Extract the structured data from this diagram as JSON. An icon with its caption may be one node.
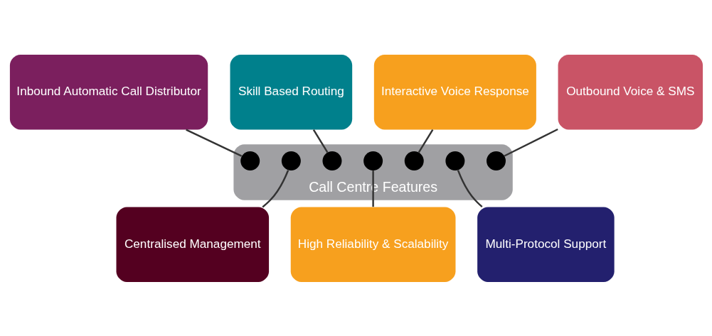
{
  "diagram": {
    "nodes": [
      {
        "text": [
          "Inbound Automatic Call Distributor"
        ]
      },
      {
        "text": [
          "Skill Based Routing"
        ]
      },
      {
        "text": [
          "Interactive Voice Response"
        ]
      },
      {
        "text": [
          "Outbound Voice & SMS"
        ]
      },
      {
        "text": [
          "Call Centre Features"
        ]
      },
      {
        "text": [],
        "shape": "circle",
        "in": 4
      },
      {
        "text": [],
        "shape": "circle",
        "in": 4
      },
      {
        "text": [],
        "shape": "circle",
        "in": 4
      },
      {
        "text": [],
        "shape": "circle",
        "in": 4
      },
      {
        "text": [],
        "shape": "circle",
        "in": 4
      },
      {
        "text": [],
        "shape": "circle",
        "in": 4
      },
      {
        "text": [],
        "shape": "circle",
        "in": 4
      },
      {
        "text": [
          "Centralised Management"
        ]
      },
      {
        "text": [
          "High Reliability & Scalability"
        ]
      },
      {
        "text": [
          "Multi-Protocol Support"
        ]
      }
    ],
    "edges": [
      {
        "from": 0,
        "to": 5,
        "arrow": "none"
      },
      {
        "from": 1,
        "to": 7,
        "arrow": "none"
      },
      {
        "from": 2,
        "to": 9,
        "arrow": "none"
      },
      {
        "from": 3,
        "to": 11,
        "arrow": "none"
      },
      {
        "from": 6,
        "to": 12,
        "arrow": "none"
      },
      {
        "from": 8,
        "to": 13,
        "arrow": "none"
      },
      {
        "from": 10,
        "to": 14,
        "arrow": "none"
      }
    ]
  }
}
